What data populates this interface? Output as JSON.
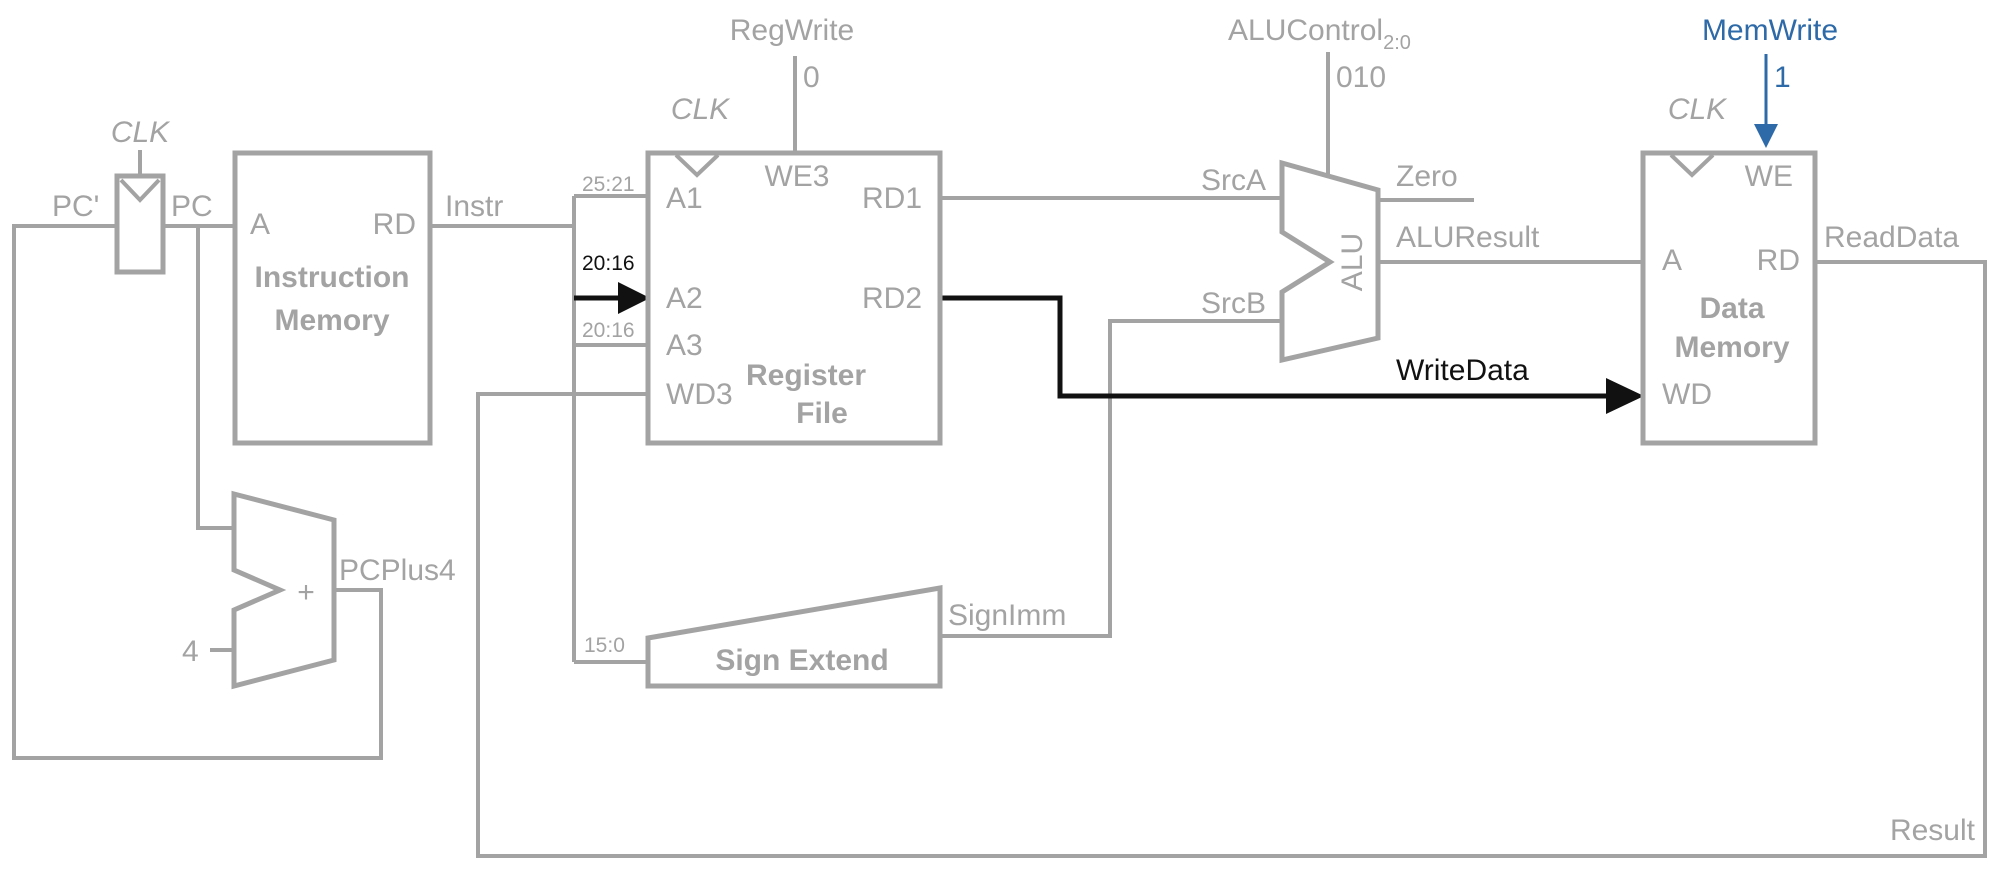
{
  "colors": {
    "inactive": "#a3a3a3",
    "active": "#111111",
    "control_active": "#2e6aa8"
  },
  "labels": {
    "regwrite": "RegWrite",
    "regwrite_value": "0",
    "alucontrol": "ALUControl",
    "alucontrol_sub": "2:0",
    "alucontrol_value": "010",
    "memwrite": "MemWrite",
    "memwrite_value": "1",
    "clk_pc": "CLK",
    "clk_rf": "CLK",
    "clk_dm": "CLK",
    "pc_prime": "PC'",
    "pc": "PC",
    "instr": "Instr",
    "pcplus4": "PCPlus4",
    "const_4": "4",
    "bits_25_21": "25:21",
    "bits_20_16_a2": "20:16",
    "bits_20_16_a3": "20:16",
    "bits_15_0": "15:0",
    "srca": "SrcA",
    "srcb": "SrcB",
    "zero": "Zero",
    "aluresult": "ALUResult",
    "signimm": "SignImm",
    "writedata": "WriteData",
    "readdata": "ReadData",
    "result": "Result"
  },
  "blocks": {
    "imem": {
      "port_a": "A",
      "port_rd": "RD",
      "title_1": "Instruction",
      "title_2": "Memory"
    },
    "regfile": {
      "port_a1": "A1",
      "port_a2": "A2",
      "port_a3": "A3",
      "port_wd3": "WD3",
      "port_we3": "WE3",
      "port_rd1": "RD1",
      "port_rd2": "RD2",
      "title_1": "Register",
      "title_2": "File"
    },
    "dmem": {
      "port_we": "WE",
      "port_a": "A",
      "port_rd": "RD",
      "port_wd": "WD",
      "title_1": "Data",
      "title_2": "Memory"
    },
    "alu": {
      "label": "ALU"
    },
    "adder": {
      "label": "+"
    },
    "signext": {
      "label": "Sign Extend"
    }
  }
}
